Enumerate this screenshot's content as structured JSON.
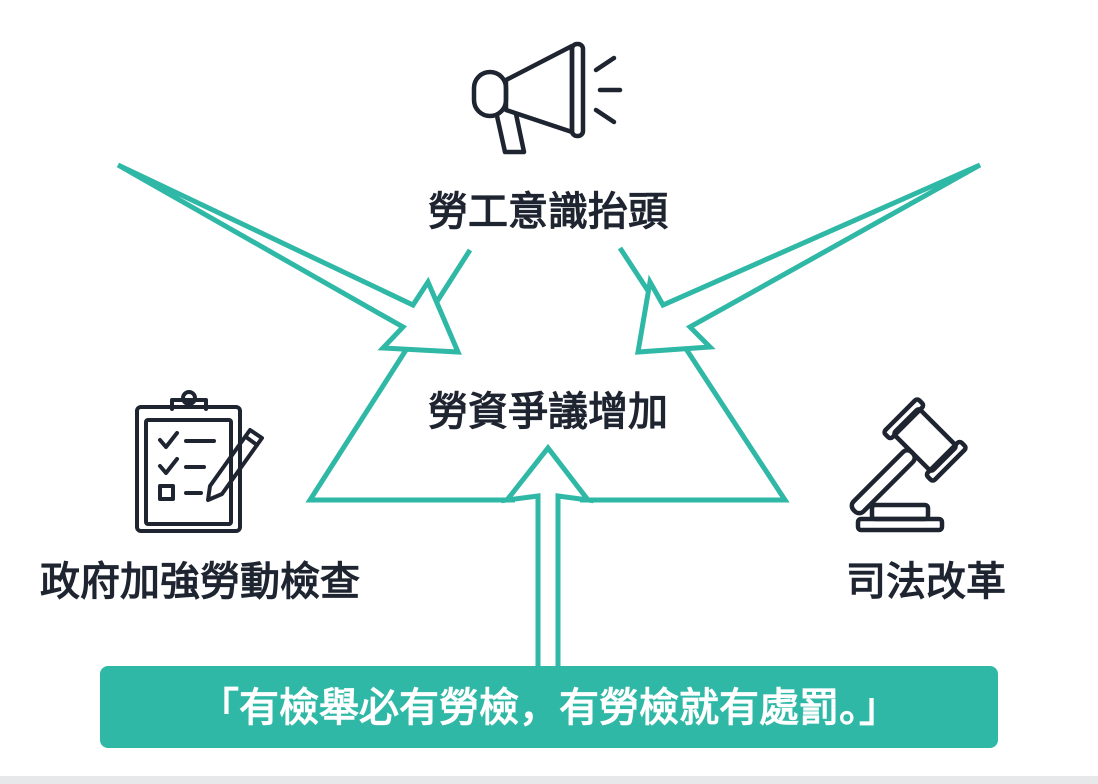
{
  "diagram": {
    "center_label": "勞資爭議增加",
    "top_label": "勞工意識抬頭",
    "left_label": "政府加強勞動檢查",
    "right_label": "司法改革",
    "banner_text": "「有檢舉必有勞檢，有勞檢就有處罰。」",
    "icons": {
      "top": "megaphone-icon",
      "left": "clipboard-checklist-icon",
      "right": "gavel-icon"
    },
    "colors": {
      "accent": "#2fb8a6",
      "banner": "#2fb8a6",
      "text": "#1e2430",
      "banner_text": "#ffffff"
    }
  }
}
